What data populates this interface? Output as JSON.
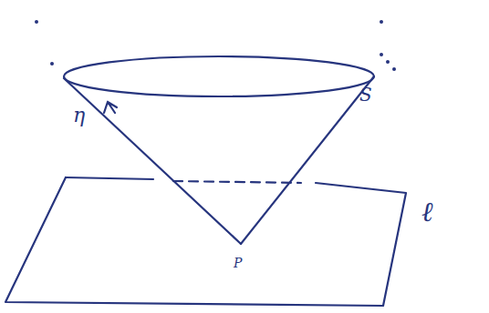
{
  "diagram": {
    "labels": [
      "η",
      "S",
      "P",
      "ℓ"
    ]
  }
}
